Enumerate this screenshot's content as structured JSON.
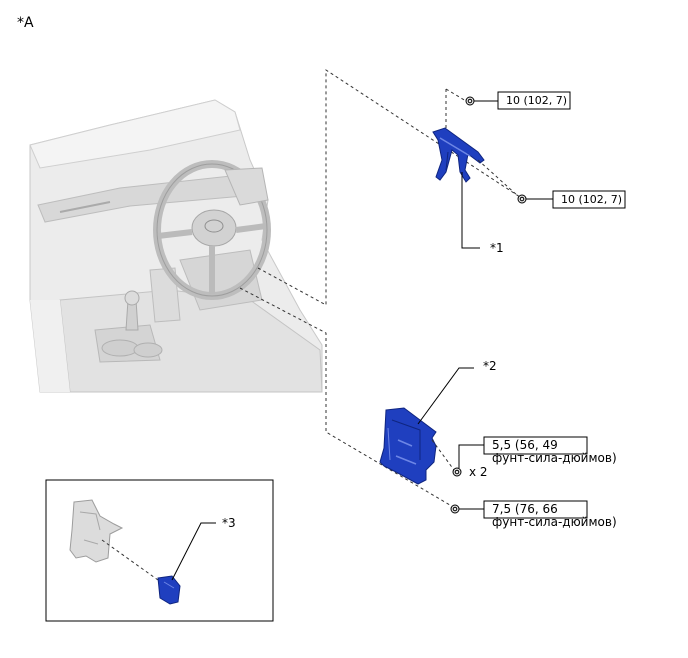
{
  "view_label": "*A",
  "callouts": {
    "part1": "*1",
    "part2": "*2",
    "part3": "*3"
  },
  "torques": {
    "bracket_upper": "10 (102, 7)",
    "bracket_lower": "10 (102, 7)",
    "ecu_nut_line1": "5,5 (56, 49",
    "ecu_nut_line2": "фунт-сила-дюймов)",
    "ecu_nut_qty": "x 2",
    "ecu_bolt_line1": "7,5 (76, 66",
    "ecu_bolt_line2": "фунт-сила-дюймов)"
  },
  "colors": {
    "part_blue": "#1f3fbf",
    "part_blue_dark": "#0f2580",
    "interior_gray": "#cfcfcf",
    "line": "#000000"
  },
  "icons": {
    "bolt": "bolt-icon",
    "nut": "nut-icon"
  }
}
